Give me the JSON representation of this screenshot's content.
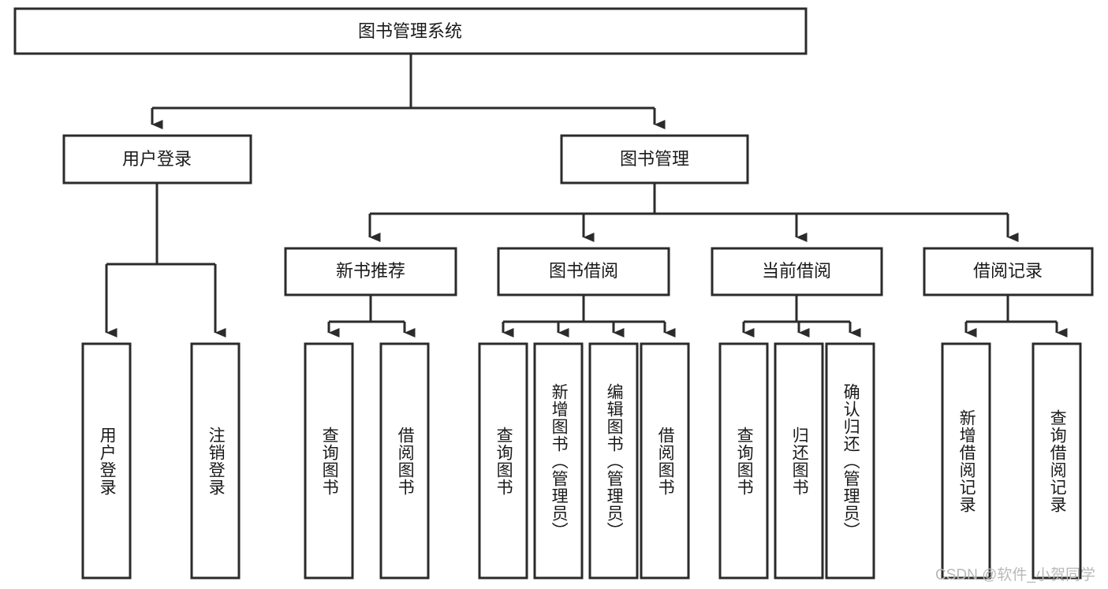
{
  "diagram": {
    "title": "图书管理系统",
    "type": "tree",
    "watermark": "CSDN @软件_小贺同学",
    "colors": {
      "box_stroke": "#2b2b2b",
      "box_fill": "#ffffff",
      "text": "#1a1a1a",
      "watermark": "#b9b9b9",
      "background": "#ffffff"
    },
    "nodes": {
      "root": {
        "label": "图书管理系统"
      },
      "level1": [
        {
          "label": "用户登录"
        },
        {
          "label": "图书管理"
        }
      ],
      "level2": [
        {
          "label": "新书推荐"
        },
        {
          "label": "图书借阅"
        },
        {
          "label": "当前借阅"
        },
        {
          "label": "借阅记录"
        }
      ],
      "leaves_user_login": [
        {
          "label": "用户登录"
        },
        {
          "label": "注销登录"
        }
      ],
      "leaves_new_book": [
        {
          "label": "查询图书"
        },
        {
          "label": "借阅图书"
        }
      ],
      "leaves_borrow": [
        {
          "label": "查询图书"
        },
        {
          "label": "新增图书（管理员）"
        },
        {
          "label": "编辑图书（管理员）"
        },
        {
          "label": "借阅图书"
        }
      ],
      "leaves_current": [
        {
          "label": "查询图书"
        },
        {
          "label": "归还图书"
        },
        {
          "label": "确认归还（管理员）"
        }
      ],
      "leaves_records": [
        {
          "label": "新增借阅记录"
        },
        {
          "label": "查询借阅记录"
        }
      ]
    }
  }
}
